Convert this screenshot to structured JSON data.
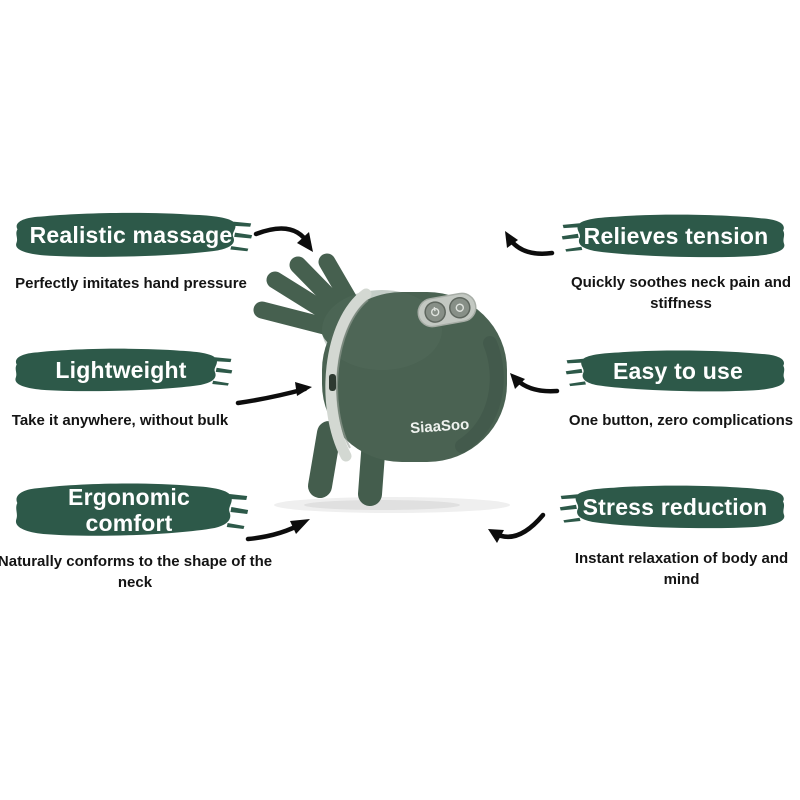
{
  "infographic": {
    "background": "#ffffff"
  },
  "product": {
    "brand": "SiaaSoo"
  },
  "features": {
    "left": [
      {
        "title": "Realistic massage",
        "description": "Perfectly imitates hand pressure"
      },
      {
        "title": "Lightweight",
        "description": "Take it anywhere, without bulk"
      },
      {
        "title": "Ergonomic comfort",
        "description": "Naturally conforms to the shape of the neck"
      }
    ],
    "right": [
      {
        "title": "Relieves tension",
        "description": "Quickly soothes neck pain and stiffness"
      },
      {
        "title": "Easy to use",
        "description": "One button, zero complications"
      },
      {
        "title": "Stress reduction",
        "description": "Instant relaxation of body and mind"
      }
    ]
  },
  "colors": {
    "brush_green": "#2d5949",
    "title_text": "#ffffff",
    "body_text": "#141414",
    "arrow": "#0d0d0d",
    "product_green": "#4a6252",
    "product_green_dark": "#3c5345",
    "product_silver": "#c9cec9"
  }
}
